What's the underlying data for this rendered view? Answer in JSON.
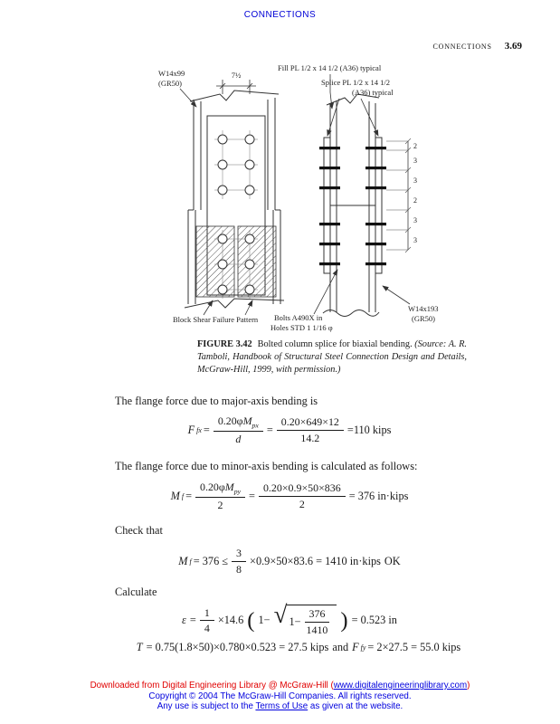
{
  "page": {
    "top_link": "CONNECTIONS",
    "running_title": "CONNECTIONS",
    "page_number": "3.69"
  },
  "figure": {
    "labels": {
      "w14x99_line1": "W14x99",
      "w14x99_line2": "(GR50)",
      "dim_top": "7½",
      "fill_pl": "Fill PL 1/2 x 14 1/2 (A36) typical",
      "splice_pl_line1": "Splice PL 1/2 x 14 1/2",
      "splice_pl_line2": "(A36) typical",
      "block_shear": "Block Shear Failure Pattern",
      "bolts_line1": "Bolts A490X in",
      "bolts_line2": "Holes STD 1 1/16 φ",
      "w14x193_line1": "W14x193",
      "w14x193_line2": "(GR50)"
    },
    "dims": [
      "2",
      "3",
      "3",
      "2",
      "3",
      "3"
    ],
    "caption": {
      "label": "FIGURE 3.42",
      "text": "Bolted column splice for biaxial bending. ",
      "paren": "(Source: A. R. Tamboli, Handbook of Structural Steel Connection Design and Details, McGraw-Hill, 1999, with permission.)"
    }
  },
  "body": {
    "para1": "The flange force due to major-axis bending is",
    "para2": "The flange force due to minor-axis bending is calculated as follows:",
    "para3": "Check that",
    "para4": "Calculate"
  },
  "equations": {
    "eq1": {
      "lhs_base": "F",
      "lhs_sub": "fx",
      "eq_a": "=",
      "f1_pre": "0.20φ",
      "f1_var": "M",
      "f1_sub": "px",
      "f1_den": "d",
      "eq_b": "=",
      "f2_num": "0.20×649×12",
      "f2_den": "14.2",
      "tail": "=110 kips"
    },
    "eq2": {
      "lhs_base": "M",
      "lhs_sub": "f",
      "eq_a": "=",
      "f1_pre": "0.20φ",
      "f1_var": "M",
      "f1_sub": "py",
      "f1_den": "2",
      "eq_b": "=",
      "f2_num": "0.20×0.9×50×836",
      "f2_den": "2",
      "tail": "= 376 in·kips"
    },
    "eq3": {
      "lhs_base": "M",
      "lhs_sub": "f",
      "pre": "= 376 ≤",
      "f_num": "3",
      "f_den": "8",
      "post": "×0.9×50×83.6 = 1410 in·kips",
      "ok": "OK"
    },
    "eq4": {
      "lhs": "ε",
      "eq": "=",
      "f1_num": "1",
      "f1_den": "4",
      "mid": "×14.6",
      "open": "(",
      "inner_pre": "1−",
      "radical": "√",
      "rad_pre": "1−",
      "f2_num": "376",
      "f2_den": "1410",
      "close": ")",
      "tail": "= 0.523 in"
    },
    "eq5": {
      "p1_var": "T",
      "p1_rest": "= 0.75(1.8×50)×0.780×0.523 = 27.5 kips",
      "conj": "and",
      "p2_var": "F",
      "p2_sub": "fy",
      "p2_rest": "= 2×27.5 = 55.0 kips"
    }
  },
  "footer": {
    "line1_pre": "Downloaded from Digital Engineering Library @ McGraw-Hill (",
    "line1_link": "www.digitalengineeringlibrary.com",
    "line1_post": ")",
    "line2": "Copyright © 2004 The McGraw-Hill Companies. All rights reserved.",
    "line3_pre": "Any use is subject to the ",
    "line3_link": "Terms of Use",
    "line3_post": " as given at the website."
  }
}
